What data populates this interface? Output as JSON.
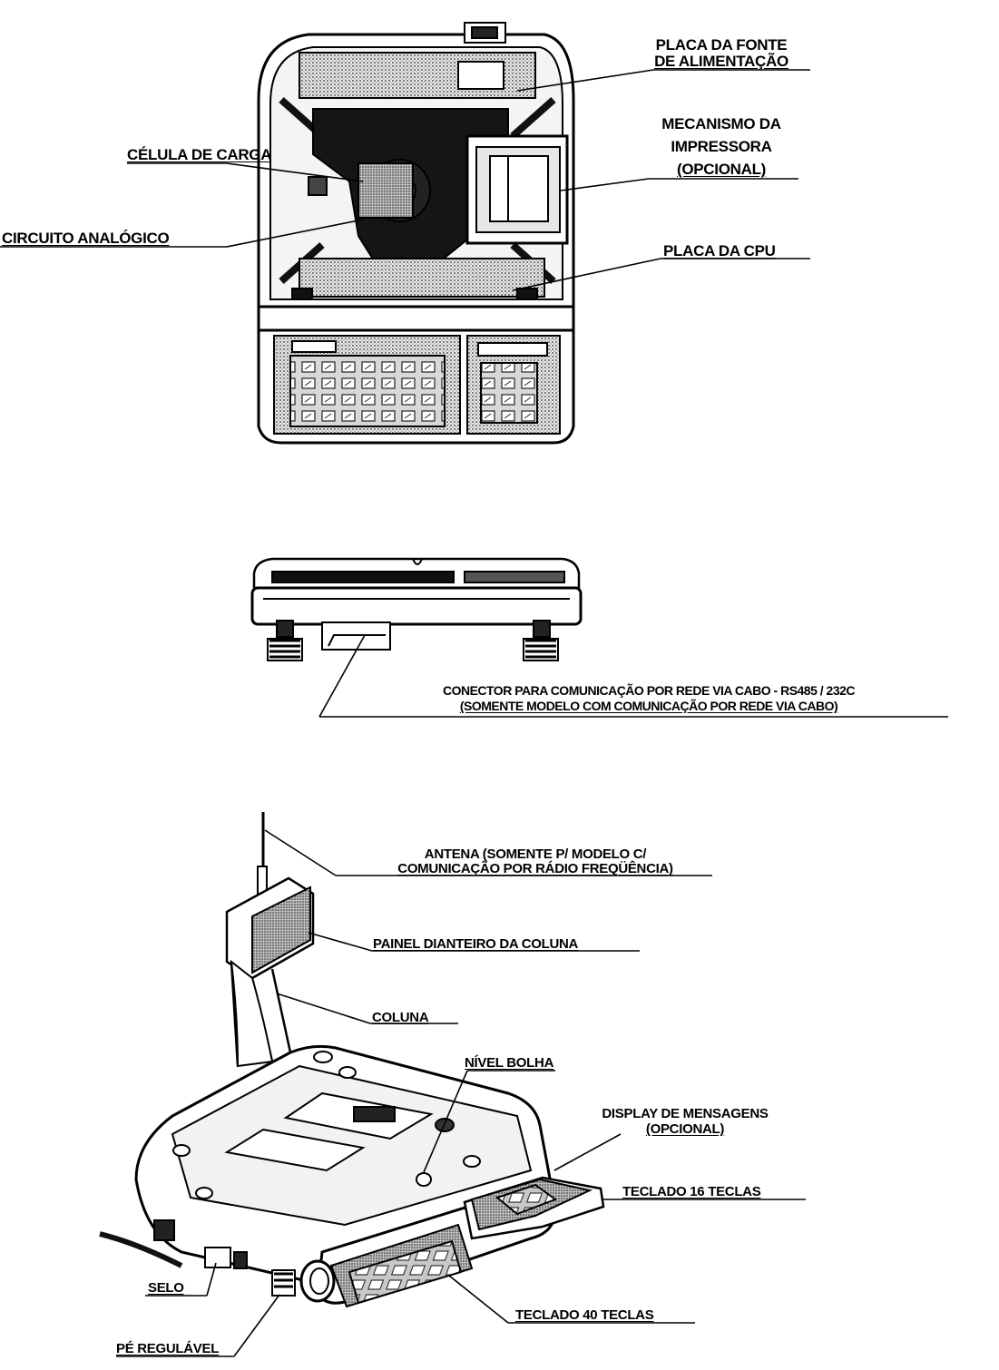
{
  "top_view": {
    "labels": {
      "fonte_1": "PLACA DA FONTE",
      "fonte_2": "DE ALIMENTAÇÃO",
      "impressora_1": "MECANISMO DA",
      "impressora_2": "IMPRESSORA",
      "impressora_3": "(OPCIONAL)",
      "celula": "CÉLULA DE CARGA",
      "analogico": "CIRCUITO ANALÓGICO",
      "cpu": "PLACA DA CPU"
    }
  },
  "rear_view": {
    "labels": {
      "conector_1": "CONECTOR PARA COMUNICAÇÃO POR REDE VIA CABO - RS485 / 232C",
      "conector_2": "(SOMENTE MODELO COM COMUNICAÇÃO POR REDE VIA CABO)"
    }
  },
  "iso_view": {
    "labels": {
      "antena_1": "ANTENA (SOMENTE P/ MODELO C/",
      "antena_2": "COMUNICAÇÃO POR RÁDIO FREQÜÊNCIA)",
      "painel": "PAINEL DIANTEIRO DA COLUNA",
      "coluna": "COLUNA",
      "nivel": "NÍVEL BOLHA",
      "display_1": "DISPLAY DE MENSAGENS",
      "display_2": "(OPCIONAL)",
      "teclado16": "TECLADO 16 TECLAS",
      "teclado40": "TECLADO 40 TECLAS",
      "selo": "SELO",
      "pe": "PÉ REGULÁVEL"
    }
  },
  "colors": {
    "ink": "#000000",
    "paper": "#ffffff",
    "fill_dark": "#222222",
    "fill_mid": "#777777",
    "fill_light": "#c8c8c8"
  }
}
